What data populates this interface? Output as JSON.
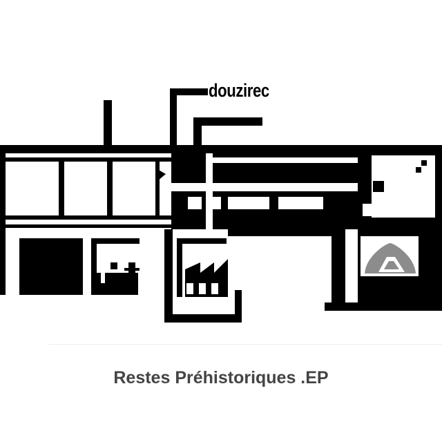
{
  "cover": {
    "artist": "douzirec",
    "title": "Restes Préhistoriques .EP"
  },
  "colors": {
    "ink": "#000000",
    "paper": "#ffffff",
    "title_text": "#444444",
    "screen_gray": "#8c8c8c"
  },
  "icons": {
    "artwork": "floor-plan-illustration"
  }
}
